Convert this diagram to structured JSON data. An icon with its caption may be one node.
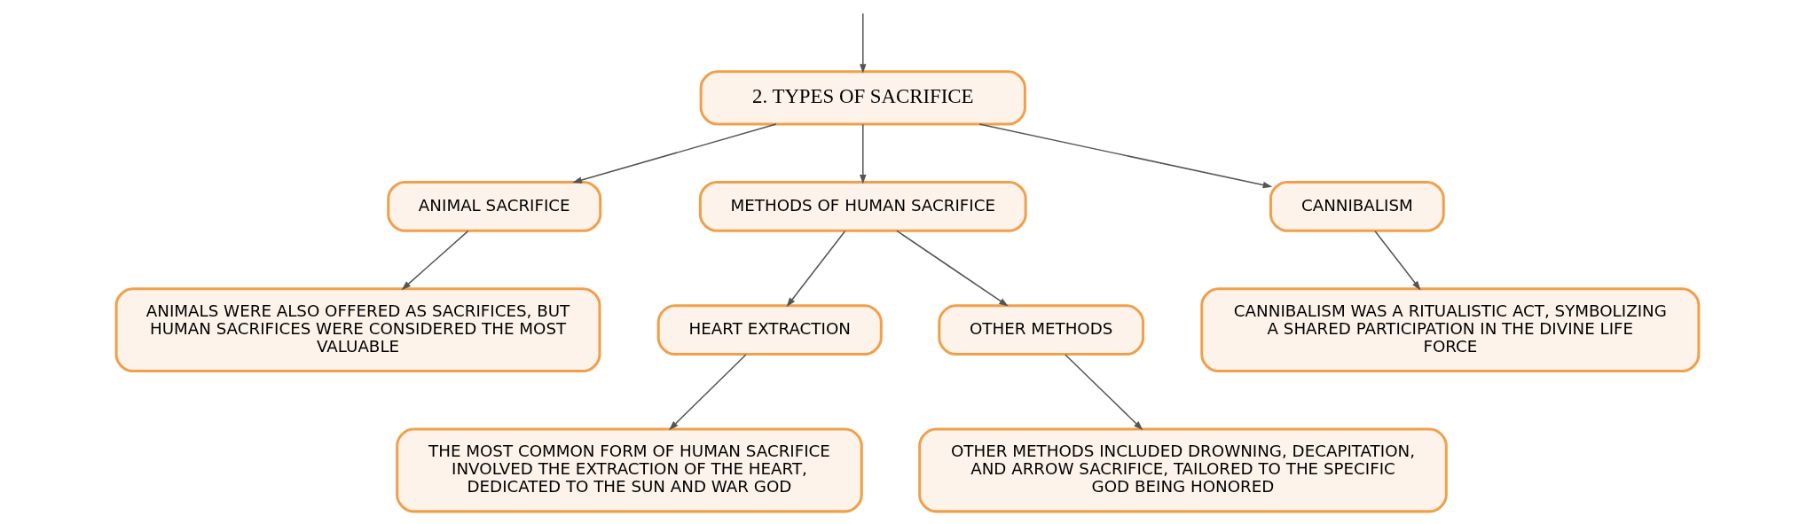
{
  "diagram": {
    "nodes": [
      {
        "text": [
          "2. TYPES OF SACRIFICE"
        ]
      },
      {
        "text": [
          "ANIMAL SACRIFICE"
        ]
      },
      {
        "text": [
          "METHODS OF HUMAN SACRIFICE"
        ]
      },
      {
        "text": [
          "CANNIBALISM"
        ]
      },
      {
        "text": [
          "ANIMALS WERE ALSO OFFERED AS SACRIFICES, BUT HUMAN SACRIFICES WERE CONSIDERED THE MOST VALUABLE"
        ]
      },
      {
        "text": [
          "HEART EXTRACTION"
        ]
      },
      {
        "text": [
          "OTHER METHODS"
        ]
      },
      {
        "text": [
          "CANNIBALISM WAS A RITUALISTIC ACT, SYMBOLIZING A SHARED PARTICIPATION IN THE DIVINE LIFE FORCE"
        ]
      },
      {
        "text": [
          "THE MOST COMMON FORM OF HUMAN SACRIFICE INVOLVED THE EXTRACTION OF THE HEART, DEDICATED TO THE SUN AND WAR GOD"
        ]
      },
      {
        "text": [
          "OTHER METHODS INCLUDED DROWNING, DECAPITATION, AND ARROW SACRIFICE, TAILORED TO THE SPECIFIC GOD BEING HONORED"
        ]
      }
    ],
    "edges": [
      {
        "from": null,
        "to": 0,
        "arrow": "to"
      },
      {
        "from": 0,
        "to": 1,
        "arrow": "to"
      },
      {
        "from": 0,
        "to": 2,
        "arrow": "to"
      },
      {
        "from": 0,
        "to": 3,
        "arrow": "to"
      },
      {
        "from": 1,
        "to": 4,
        "arrow": "to"
      },
      {
        "from": 2,
        "to": 5,
        "arrow": "to"
      },
      {
        "from": 2,
        "to": 6,
        "arrow": "to"
      },
      {
        "from": 3,
        "to": 7,
        "arrow": "to"
      },
      {
        "from": 5,
        "to": 8,
        "arrow": "to"
      },
      {
        "from": 6,
        "to": 9,
        "arrow": "to"
      }
    ]
  }
}
